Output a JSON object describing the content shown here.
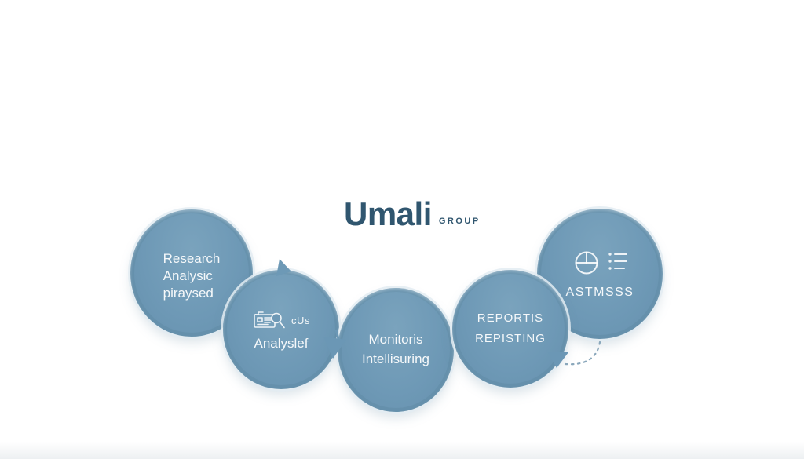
{
  "title": {
    "brand": "Umali",
    "suffix": "GROUP"
  },
  "steps": [
    {
      "name": "research",
      "lines": [
        "Research",
        "Analysic",
        "piraysed"
      ]
    },
    {
      "name": "analysis",
      "icon": "document-search-icon",
      "icon_caption": "cUs",
      "lines": [
        "Analyslef"
      ]
    },
    {
      "name": "monitoring",
      "lines": [
        "Monitoris",
        "Intellisuring"
      ]
    },
    {
      "name": "reporting",
      "lines": [
        "REPORTIS",
        "REPISTING"
      ]
    },
    {
      "name": "assessment",
      "icon": "pie-chart-icon, list-icon",
      "lines": [
        "ASTMSSS"
      ]
    }
  ],
  "colors": {
    "circle_fill": "#6e99b6",
    "circle_rim": "#5d89a7",
    "circle_halo": "#e3ecf2",
    "title_text": "#30566F",
    "circle_text": "#f4f8fb",
    "arrow": "#6d99b6",
    "dashed_line": "#8aa7bb",
    "background": "#ffffff"
  }
}
